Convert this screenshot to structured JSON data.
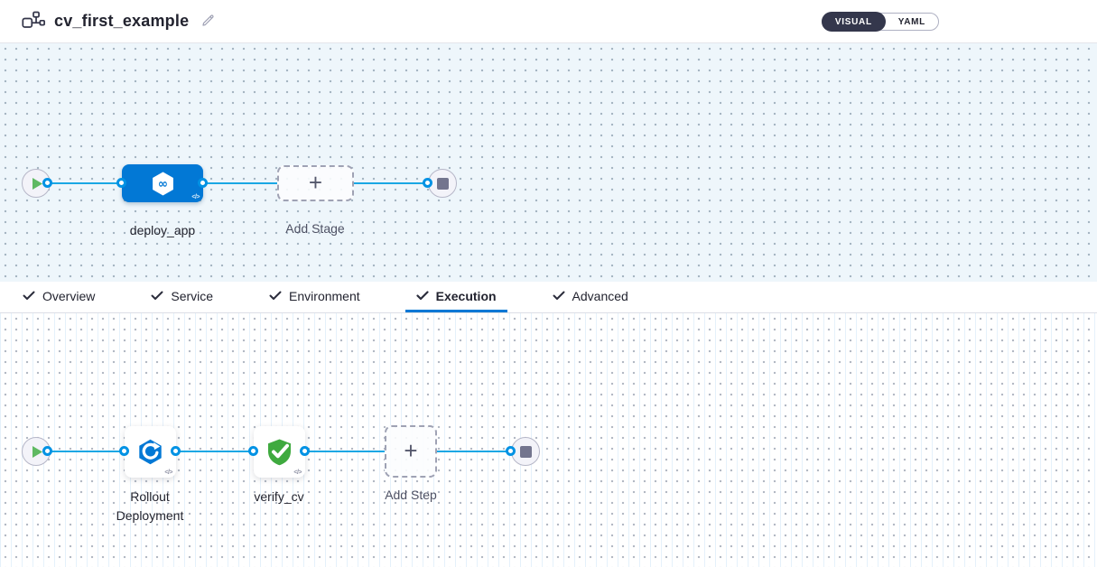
{
  "header": {
    "title": "cv_first_example",
    "view_toggle": {
      "visual_label": "VISUAL",
      "yaml_label": "YAML",
      "selected": "VISUAL"
    }
  },
  "stage_pipeline": {
    "stage": {
      "label": "deploy_app",
      "icon": "cd-stage-hexagon-infinity-icon"
    },
    "add_stage": {
      "label": "Add Stage"
    }
  },
  "tabs": [
    {
      "label": "Overview",
      "checked": true
    },
    {
      "label": "Service",
      "checked": true
    },
    {
      "label": "Environment",
      "checked": true
    },
    {
      "label": "Execution",
      "checked": true,
      "active": true
    },
    {
      "label": "Advanced",
      "checked": true
    }
  ],
  "execution": {
    "steps": [
      {
        "label": "Rollout Deployment",
        "icon": "rollout-deployment-icon"
      },
      {
        "label": "verify_cv",
        "icon": "verify-shield-icon"
      }
    ],
    "add_step": {
      "label": "Add Step"
    }
  },
  "icons": {
    "plus": "+",
    "code": "</>"
  },
  "colors": {
    "primary_blue": "#0278d5",
    "flow_line": "#1aa7e4",
    "connector_ring": "#0092e4",
    "play_green": "#5fb962",
    "verify_green": "#3faa3f",
    "toggle_dark": "#34374c",
    "canvas_top_bg": "#eef6fb",
    "stop_square": "#73758e"
  }
}
